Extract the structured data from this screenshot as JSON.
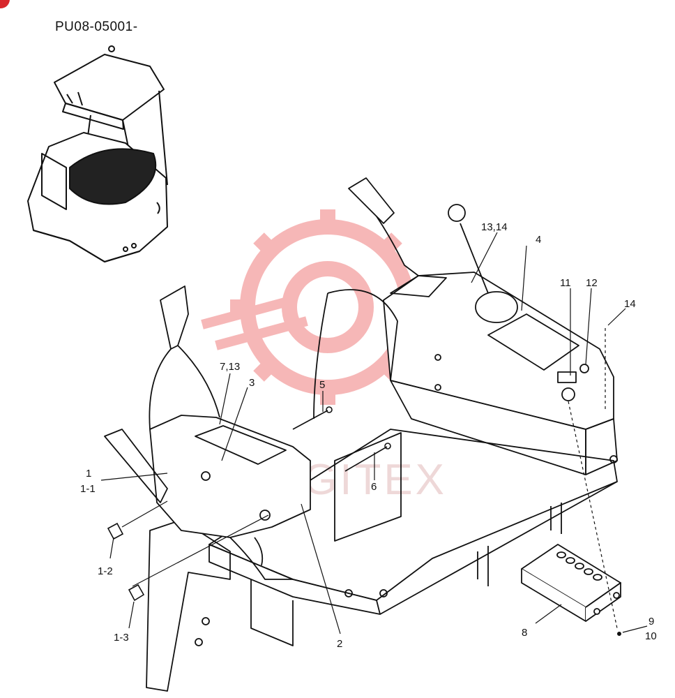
{
  "part_code": "PU08-05001-",
  "watermark_text": "DIGITEX",
  "colors": {
    "badge": "#d8262c",
    "watermark": "#f4a0a0",
    "line": "#111111"
  },
  "callouts": [
    {
      "id": "c1",
      "text": "1"
    },
    {
      "id": "c1-1",
      "text": "1-1"
    },
    {
      "id": "c1-2",
      "text": "1-2"
    },
    {
      "id": "c1-3",
      "text": "1-3"
    },
    {
      "id": "c2",
      "text": "2"
    },
    {
      "id": "c3",
      "text": "3"
    },
    {
      "id": "c4",
      "text": "4"
    },
    {
      "id": "c5",
      "text": "5"
    },
    {
      "id": "c6",
      "text": "6"
    },
    {
      "id": "c7-13",
      "text": "7,13"
    },
    {
      "id": "c8",
      "text": "8"
    },
    {
      "id": "c9",
      "text": "9"
    },
    {
      "id": "c10",
      "text": "10"
    },
    {
      "id": "c11",
      "text": "11"
    },
    {
      "id": "c12",
      "text": "12"
    },
    {
      "id": "c13-14",
      "text": "13,14"
    },
    {
      "id": "c14",
      "text": "14"
    }
  ]
}
